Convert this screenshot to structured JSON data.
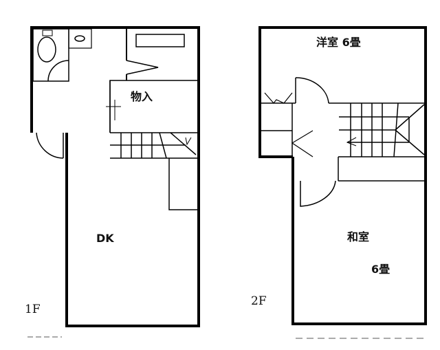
{
  "floor1": {
    "level_label": "1F",
    "rooms": {
      "storage": "物入",
      "dk": "DK"
    }
  },
  "floor2": {
    "level_label": "2F",
    "rooms": {
      "western_room": "洋室  6畳",
      "japanese_room": "和室",
      "japanese_room_size": "6畳"
    }
  }
}
